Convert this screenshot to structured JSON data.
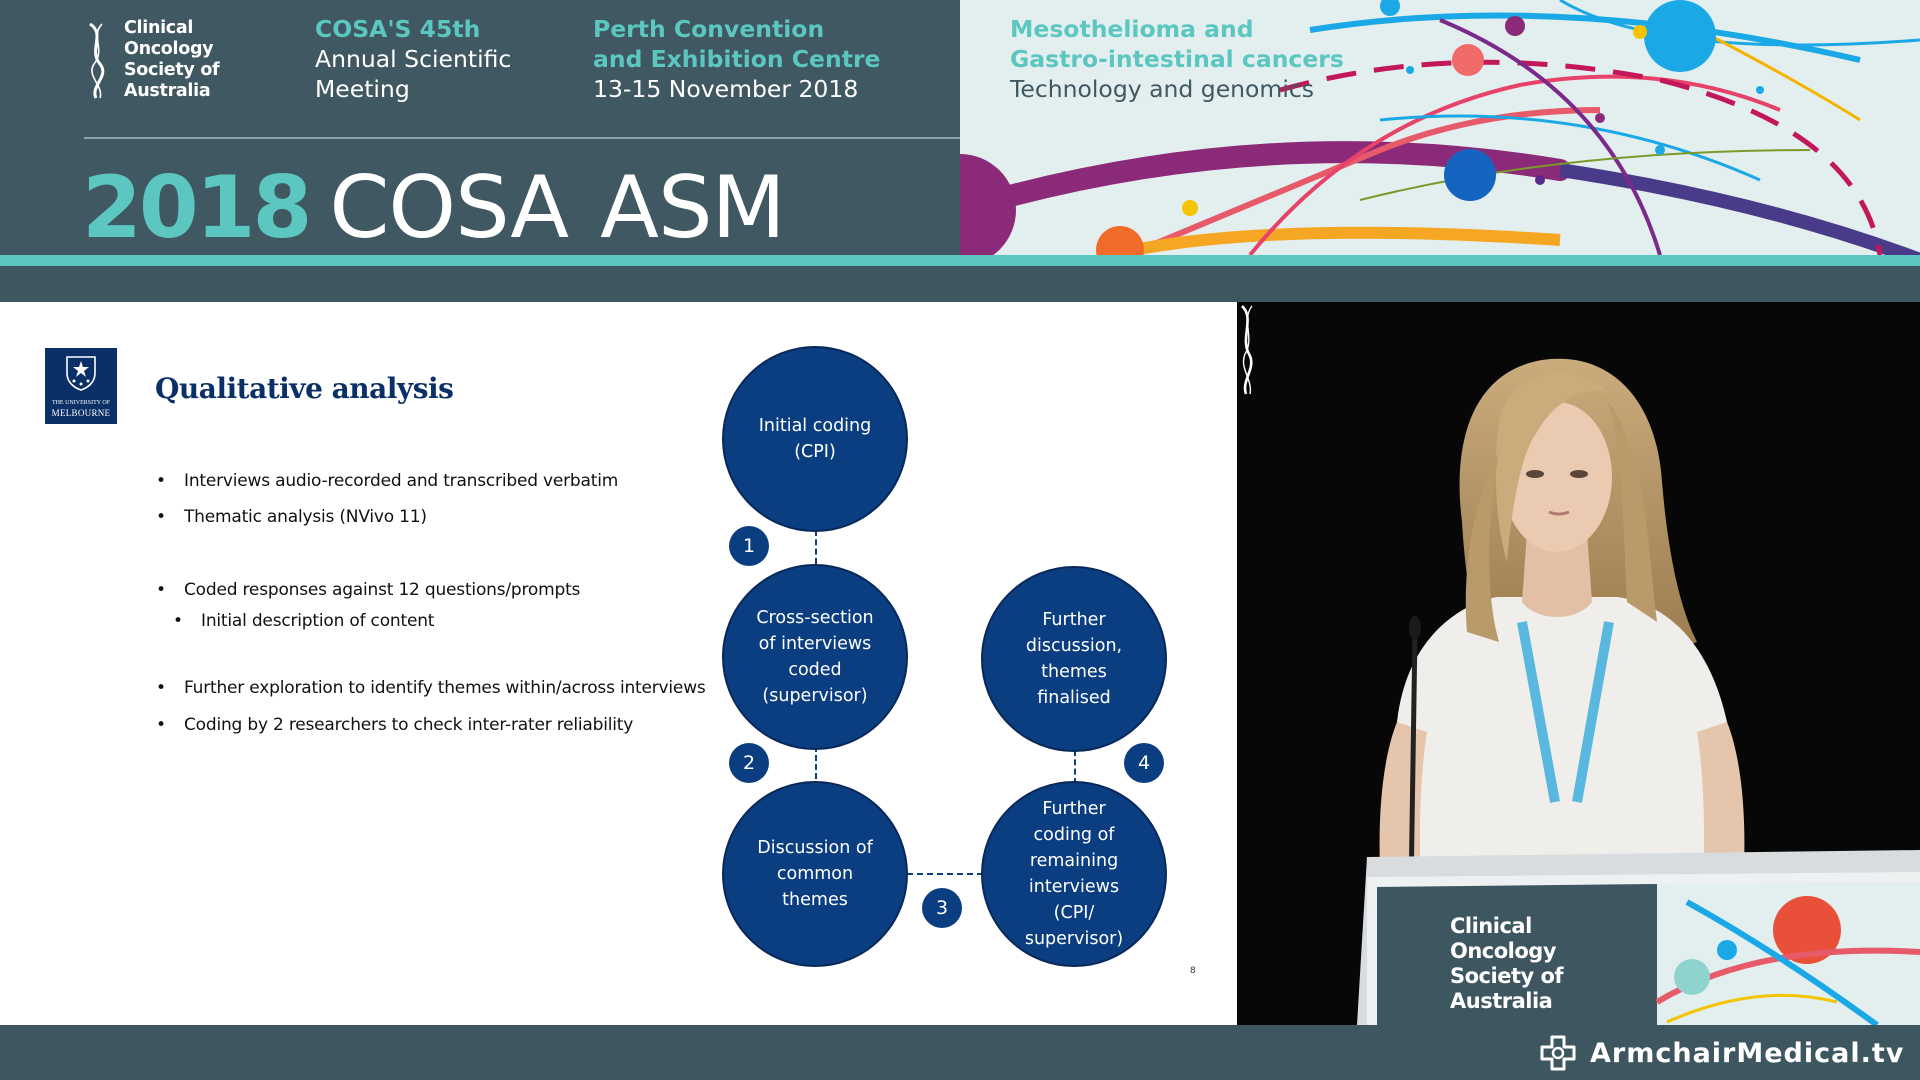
{
  "banner": {
    "org_name": "Clinical Oncology Society of Australia",
    "meeting_highlight": "COSA'S 45th",
    "meeting_line2": "Annual Scientific",
    "meeting_line3": "Meeting",
    "venue_line1": "Perth Convention",
    "venue_line2": "and Exhibition Centre",
    "venue_line3": "13-15 November 2018",
    "theme_line1": "Mesothelioma and",
    "theme_line2": "Gastro-intestinal cancers",
    "theme_line3": "Technology and genomics",
    "event_year": "2018",
    "event_name_1": "COSA",
    "event_name_2": "ASM",
    "colors": {
      "teal": "#5cc7c0",
      "slate": "#3f5862"
    }
  },
  "slide": {
    "university_small": "THE UNIVERSITY OF",
    "university_big": "MELBOURNE",
    "title": "Qualitative analysis",
    "bullets": [
      "Interviews audio-recorded and transcribed verbatim",
      "Thematic analysis (NVivo 11)",
      "Coded responses against 12 questions/prompts",
      "Initial description of content",
      "Further exploration to identify themes within/across interviews",
      "Coding by 2 researchers to check inter-rater reliability"
    ],
    "diagram": {
      "nodes": [
        "Initial coding\n(CPI)",
        "Cross-section\nof interviews\ncoded\n(supervisor)",
        "Discussion of\ncommon\nthemes",
        "Further\ncoding of\nremaining\ninterviews\n(CPI/\nsupervisor)",
        "Further\ndiscussion,\nthemes\nfinalised"
      ],
      "steps": [
        "1",
        "2",
        "3",
        "4"
      ],
      "color": "#0b3e80"
    },
    "page_number": "8"
  },
  "video": {
    "podium_org_name": "Clinical Oncology Society of Australia"
  },
  "footer": {
    "brand": "ArmchairMedical.tv"
  }
}
